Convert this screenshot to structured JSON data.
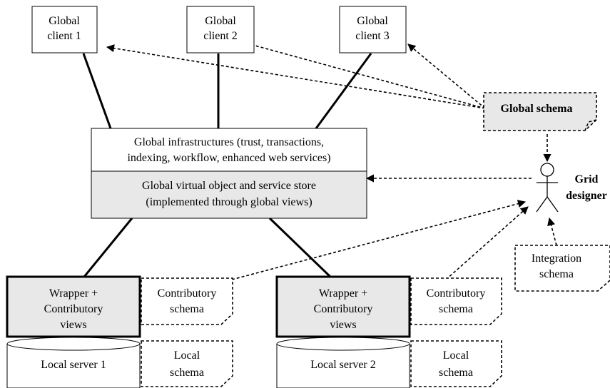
{
  "global_clients": [
    {
      "line1": "Global",
      "line2": "client 1"
    },
    {
      "line1": "Global",
      "line2": "client 2"
    },
    {
      "line1": "Global",
      "line2": "client 3"
    }
  ],
  "global_schema": "Global schema",
  "infrastructure": {
    "line1": "Global infrastructures (trust, transactions,",
    "line2": "indexing, workflow, enhanced web services)"
  },
  "virtual_store": {
    "line1": "Global virtual object and service store",
    "line2": "(implemented through global views)"
  },
  "grid_designer": {
    "line1": "Grid",
    "line2": "designer"
  },
  "integration_schema": {
    "line1": "Integration",
    "line2": "schema"
  },
  "wrappers": [
    {
      "line1": "Wrapper +",
      "line2": "Contributory",
      "line3": "views"
    },
    {
      "line1": "Wrapper +",
      "line2": "Contributory",
      "line3": "views"
    }
  ],
  "contributory_schemas": [
    {
      "line1": "Contributory",
      "line2": "schema"
    },
    {
      "line1": "Contributory",
      "line2": "schema"
    }
  ],
  "local_servers": [
    "Local server 1",
    "Local server 2"
  ],
  "local_schemas": [
    {
      "line1": "Local",
      "line2": "schema"
    },
    {
      "line1": "Local",
      "line2": "schema"
    }
  ]
}
